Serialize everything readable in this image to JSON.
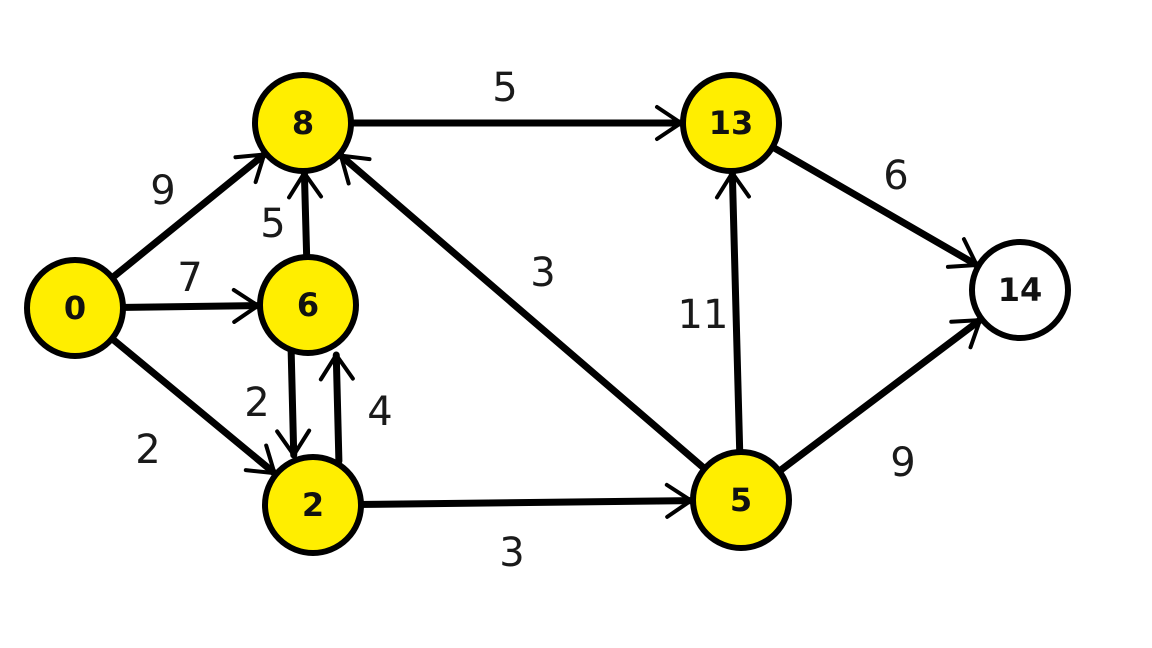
{
  "colors": {
    "visited_fill": "#ffee00",
    "unvisited_fill": "#ffffff",
    "stroke": "#000000"
  },
  "nodes": [
    {
      "id": "n0",
      "label": "0",
      "visited": true
    },
    {
      "id": "n8",
      "label": "8",
      "visited": true
    },
    {
      "id": "n6",
      "label": "6",
      "visited": true
    },
    {
      "id": "n2",
      "label": "2",
      "visited": true
    },
    {
      "id": "n13",
      "label": "13",
      "visited": true
    },
    {
      "id": "n5",
      "label": "5",
      "visited": true
    },
    {
      "id": "n14",
      "label": "14",
      "visited": false
    }
  ],
  "edges": [
    {
      "from": "n0",
      "to": "n8",
      "weight": "9"
    },
    {
      "from": "n0",
      "to": "n6",
      "weight": "7"
    },
    {
      "from": "n0",
      "to": "n2",
      "weight": "2"
    },
    {
      "from": "n6",
      "to": "n8",
      "weight": "5"
    },
    {
      "from": "n6",
      "to": "n2",
      "weight": "2"
    },
    {
      "from": "n2",
      "to": "n6",
      "weight": "4"
    },
    {
      "from": "n8",
      "to": "n13",
      "weight": "5"
    },
    {
      "from": "n5",
      "to": "n8",
      "weight": "3"
    },
    {
      "from": "n2",
      "to": "n5",
      "weight": "3"
    },
    {
      "from": "n5",
      "to": "n13",
      "weight": "11"
    },
    {
      "from": "n13",
      "to": "n14",
      "weight": "6"
    },
    {
      "from": "n5",
      "to": "n14",
      "weight": "9"
    }
  ]
}
